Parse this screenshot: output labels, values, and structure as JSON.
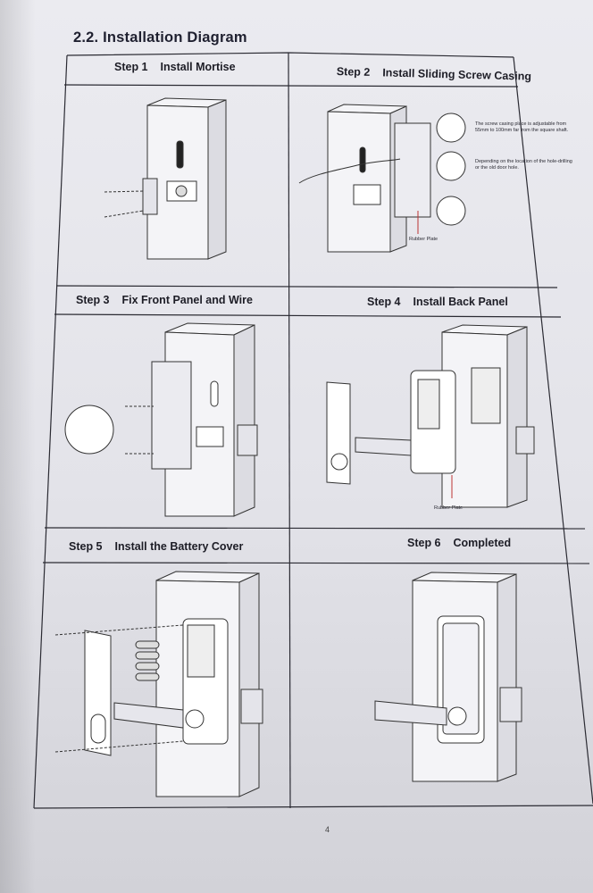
{
  "page": {
    "section_title": "2.2. Installation Diagram",
    "page_number": "4"
  },
  "steps": [
    {
      "number": "Step 1",
      "label": "Install Mortise"
    },
    {
      "number": "Step 2",
      "label": "Install Sliding Screw Casing"
    },
    {
      "number": "Step 3",
      "label": "Fix Front Panel and Wire"
    },
    {
      "number": "Step 4",
      "label": "Install Back Panel"
    },
    {
      "number": "Step 5",
      "label": "Install the Battery Cover"
    },
    {
      "number": "Step 6",
      "label": "Completed"
    }
  ],
  "annotations": {
    "screw_casing_note": "The screw casing place is adjustable from 55mm to 100mm far from the square shaft.",
    "hole_note": "Depending on the location of the hole-drilling or the old door hole.",
    "rubber_plate_step2": "Rubber Plate",
    "rubber_plate_step4": "Rubber Plate"
  }
}
